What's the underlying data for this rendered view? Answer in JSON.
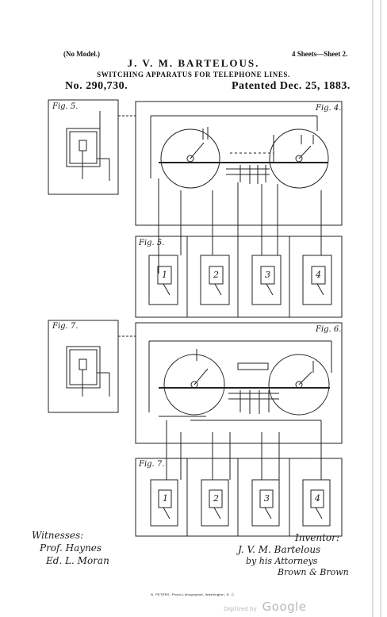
{
  "header": {
    "model": "(No Model.)",
    "sheets": "4 Sheets—Sheet 2.",
    "inventor": "J. V. M. BARTELOUS.",
    "subject": "SWITCHING APPARATUS FOR TELEPHONE LINES.",
    "number": "No. 290,730.",
    "patented": "Patented Dec. 25, 1883."
  },
  "figures": {
    "fig5": "Fig. 5.",
    "fig4": "Fig. 4.",
    "fig5b": "Fig. 5.",
    "fig7": "Fig. 7.",
    "fig6": "Fig. 6.",
    "fig7b": "Fig. 7."
  },
  "boxes": [
    "1",
    "2",
    "3",
    "4"
  ],
  "footer": {
    "witnesses_label": "Witnesses:",
    "witness1": "Prof. Haynes",
    "witness2": "Ed. L. Moran",
    "inventor_label": "Inventor:",
    "inventor_sig": "J. V. M. Bartelous",
    "attorney_line": "by his Attorneys",
    "attorney_sig": "Brown & Brown",
    "printer": "N. PETERS, Photo-Lithographer, Washington, D. C.",
    "digitized_prefix": "Digitized by",
    "digitized_brand": "Google"
  }
}
